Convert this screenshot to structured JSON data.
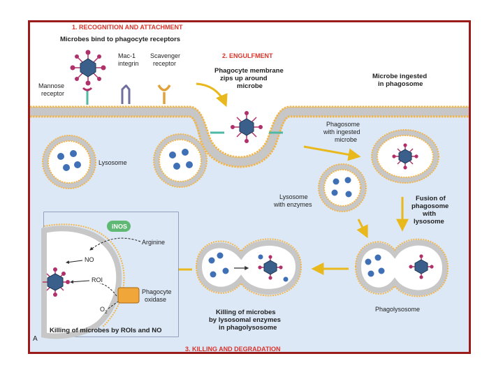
{
  "steps": {
    "recognition": "1. RECOGNITION AND ATTACHMENT",
    "engulfment": "2. ENGULFMENT",
    "killing": "3. KILLING AND DEGRADATION"
  },
  "labels": {
    "microbes_bind": "Microbes bind to phagocyte receptors",
    "mannose_1": "Mannose",
    "mannose_2": "receptor",
    "mac1_1": "Mac-1",
    "mac1_2": "integrin",
    "scav_1": "Scavenger",
    "scav_2": "receptor",
    "membrane_1": "Phagocyte membrane",
    "membrane_2": "zips up around",
    "membrane_3": "microbe",
    "ingested_1": "Microbe ingested",
    "ingested_2": "in phagosome",
    "phagosome_1": "Phagosome",
    "phagosome_2": "with ingested",
    "phagosome_3": "microbe",
    "lysosome": "Lysosome",
    "lyso_enz_1": "Lysosome",
    "lyso_enz_2": "with enzymes",
    "fusion_1": "Fusion of",
    "fusion_2": "phagosome",
    "fusion_3": "with",
    "fusion_4": "lysosome",
    "phagolysosome": "Phagolysosome",
    "killing_lyso_1": "Killing of microbes",
    "killing_lyso_2": "by lysosomal enzymes",
    "killing_lyso_3": "in phagolysosome",
    "inos": "iNOS",
    "arginine": "Arginine",
    "no": "NO",
    "roi": "ROI",
    "phox_1": "Phagocyte",
    "phox_2": "oxidase",
    "o2": "O",
    "o2_sub": "2",
    "killing_roi": "Killing of microbes by ROIs and NO",
    "panel": "A"
  },
  "colors": {
    "frame": "#9b1b1b",
    "step_text": "#d9342b",
    "cytoplasm": "#dce8f6",
    "membrane_head": "#f4b64a",
    "membrane_tail": "#c7c7c7",
    "lysosome_inner": "#ffffff",
    "enzyme": "#3f6fb5",
    "microbe_body": "#3a5f8a",
    "microbe_tip": "#b0306a",
    "mannose_receptor": "#4fb9a5",
    "integrin": "#6f6f9e",
    "scavenger": "#e2a23b",
    "arrow": "#e8b81c",
    "inos_badge": "#5fb873",
    "oxidase": "#f0a638"
  }
}
